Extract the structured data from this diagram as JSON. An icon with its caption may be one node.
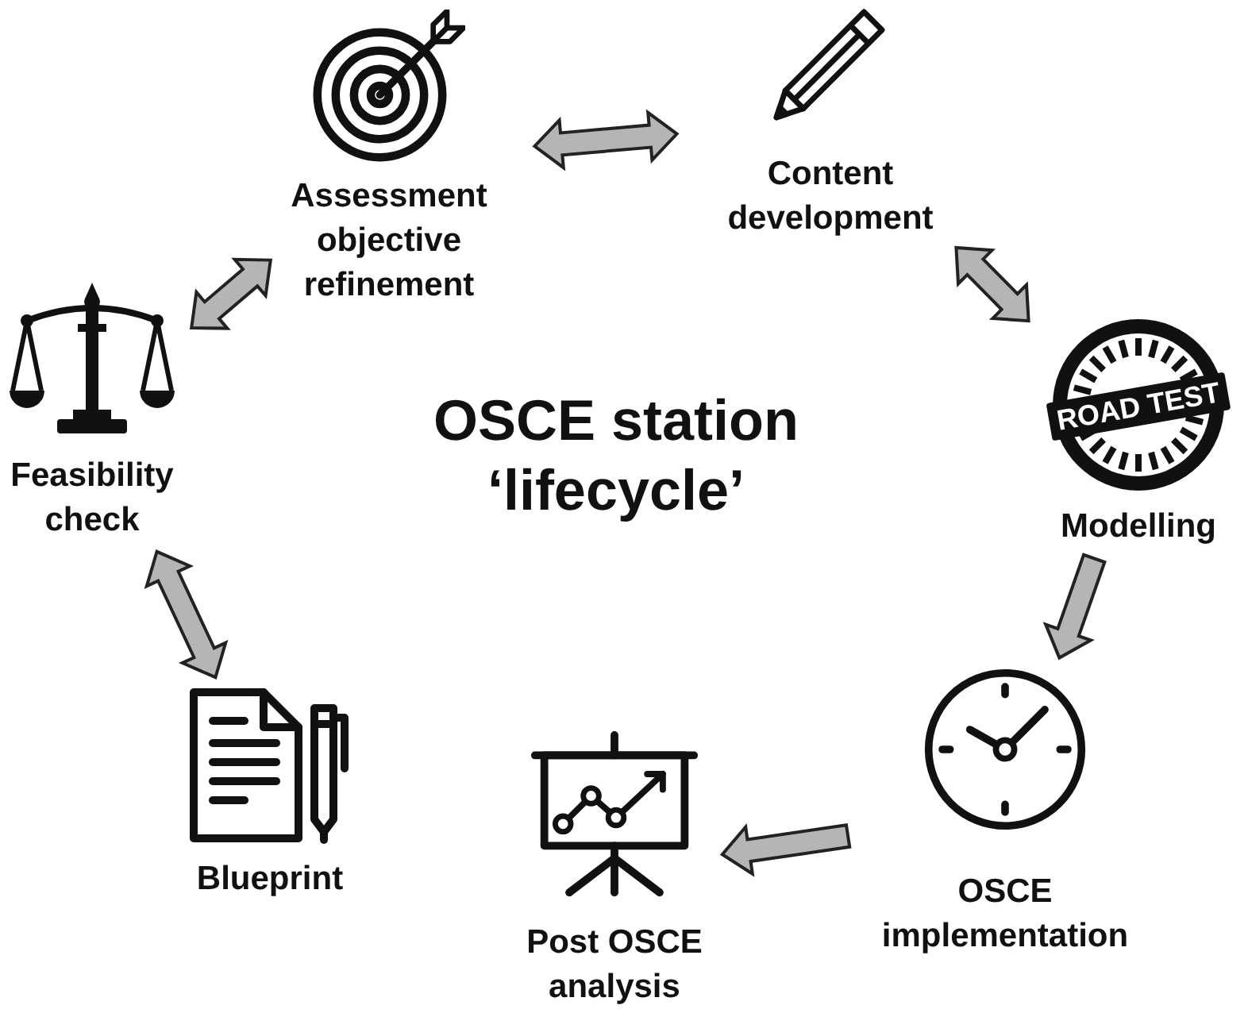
{
  "diagram": {
    "title": "OSCE station ‘lifecycle’",
    "nodes": [
      {
        "text": [
          "Assessment objective refinement"
        ]
      },
      {
        "text": [
          "Content development"
        ]
      },
      {
        "text": [
          "Modelling"
        ]
      },
      {
        "text": [
          "OSCE implementation"
        ]
      },
      {
        "text": [
          "Post OSCE analysis"
        ]
      },
      {
        "text": [
          "Blueprint"
        ]
      },
      {
        "text": [
          "Feasibility check"
        ]
      }
    ],
    "edges": [
      {
        "from": 6,
        "to": 0,
        "arrow": "both"
      },
      {
        "from": 0,
        "to": 1,
        "arrow": "both"
      },
      {
        "from": 1,
        "to": 2,
        "arrow": "both"
      },
      {
        "from": 2,
        "to": 3,
        "arrow": "to"
      },
      {
        "from": 3,
        "to": 4,
        "arrow": "to"
      },
      {
        "from": 6,
        "to": 5,
        "arrow": "both"
      }
    ],
    "labels": [
      "ROAD TEST"
    ]
  }
}
